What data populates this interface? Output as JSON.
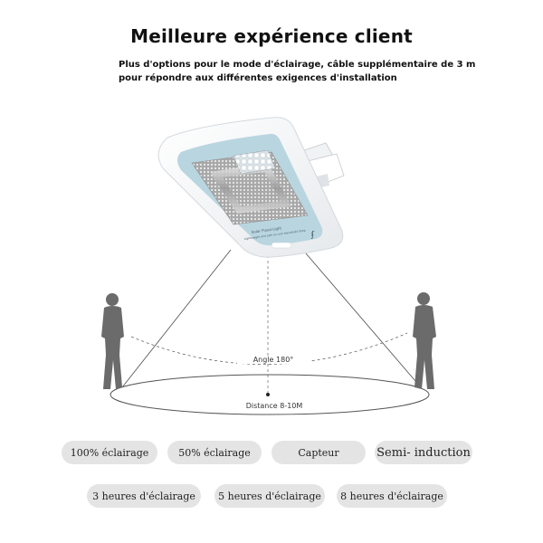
{
  "header": {
    "title": "Meilleure expérience client",
    "subtitle_line1": "Plus d'options pour le mode d'éclairage, câble supplémentaire de 3 m",
    "subtitle_line2": "pour répondre aux différentes exigences d'installation"
  },
  "lamp": {
    "label_line1": "Solar Flood Light",
    "label_line2": "Lightweight and safe no cost household lamp"
  },
  "diagram": {
    "angle_label": "Angle 180°",
    "distance_label": "Distance 8-10M"
  },
  "modes": [
    {
      "label": "100% éclairage"
    },
    {
      "label": "50% éclairage"
    },
    {
      "label": "Capteur"
    },
    {
      "label": "Semi- induction"
    }
  ],
  "durations": [
    {
      "label": "3 heures d'éclairage"
    },
    {
      "label": "5 heures d'éclairage"
    },
    {
      "label": "8 heures d'éclairage"
    }
  ],
  "colors": {
    "pill_bg": "#e4e4e4",
    "panel_blue": "#b9d6e0",
    "silhouette": "#6b6b6b"
  }
}
